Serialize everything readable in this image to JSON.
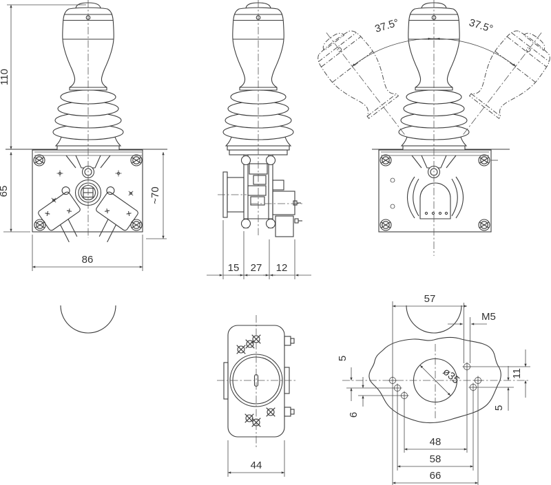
{
  "drawing": {
    "type": "technical-drawing-joystick-switch",
    "front_view": {
      "height": "110",
      "base_height": "65",
      "base_height_approx": "~70",
      "width": "86"
    },
    "side_view": {
      "offset_left": "15",
      "body_width": "27",
      "offset_right": "12"
    },
    "swing_view": {
      "angle_left": "37.5°",
      "angle_right": "37.5°"
    },
    "bottom_view": {
      "width": "44"
    },
    "panel_view": {
      "hole_spacing_top": "57",
      "thread_size": "M5",
      "hole_diameter": "ø35",
      "offset_left_a": "5",
      "offset_left_b": "6",
      "offset_right_a": "11",
      "offset_right_b": "5",
      "spacing_a": "48",
      "spacing_b": "58",
      "spacing_c": "66"
    },
    "colors": {
      "line": "#3b3b3b",
      "background": "#ffffff"
    }
  }
}
